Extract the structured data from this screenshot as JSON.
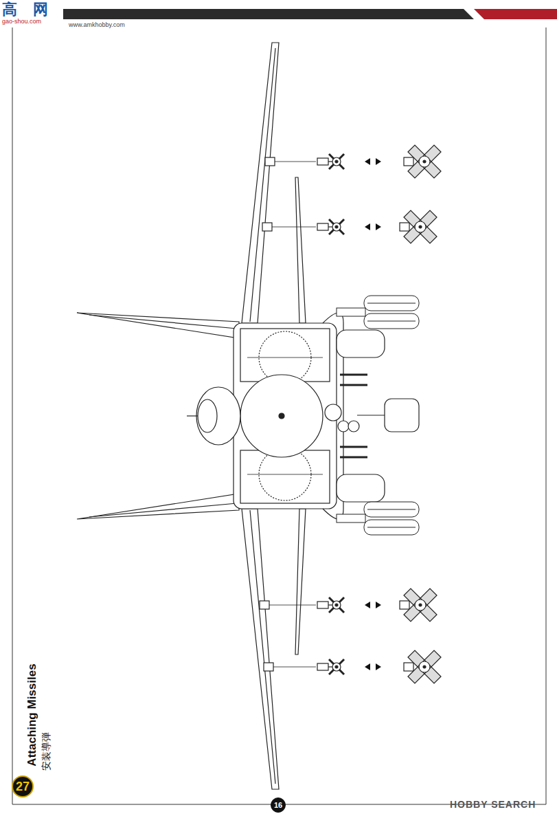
{
  "diagram": {
    "title": "Attaching Missiles",
    "nodes": [
      {
        "text": [
          "27"
        ]
      },
      {
        "text": [
          "16"
        ]
      }
    ],
    "labels": [
      "高",
      "网",
      "gao-shou.com",
      "www.amkhobby.com",
      "安装導弾",
      "HOBBY SEARCH"
    ]
  }
}
